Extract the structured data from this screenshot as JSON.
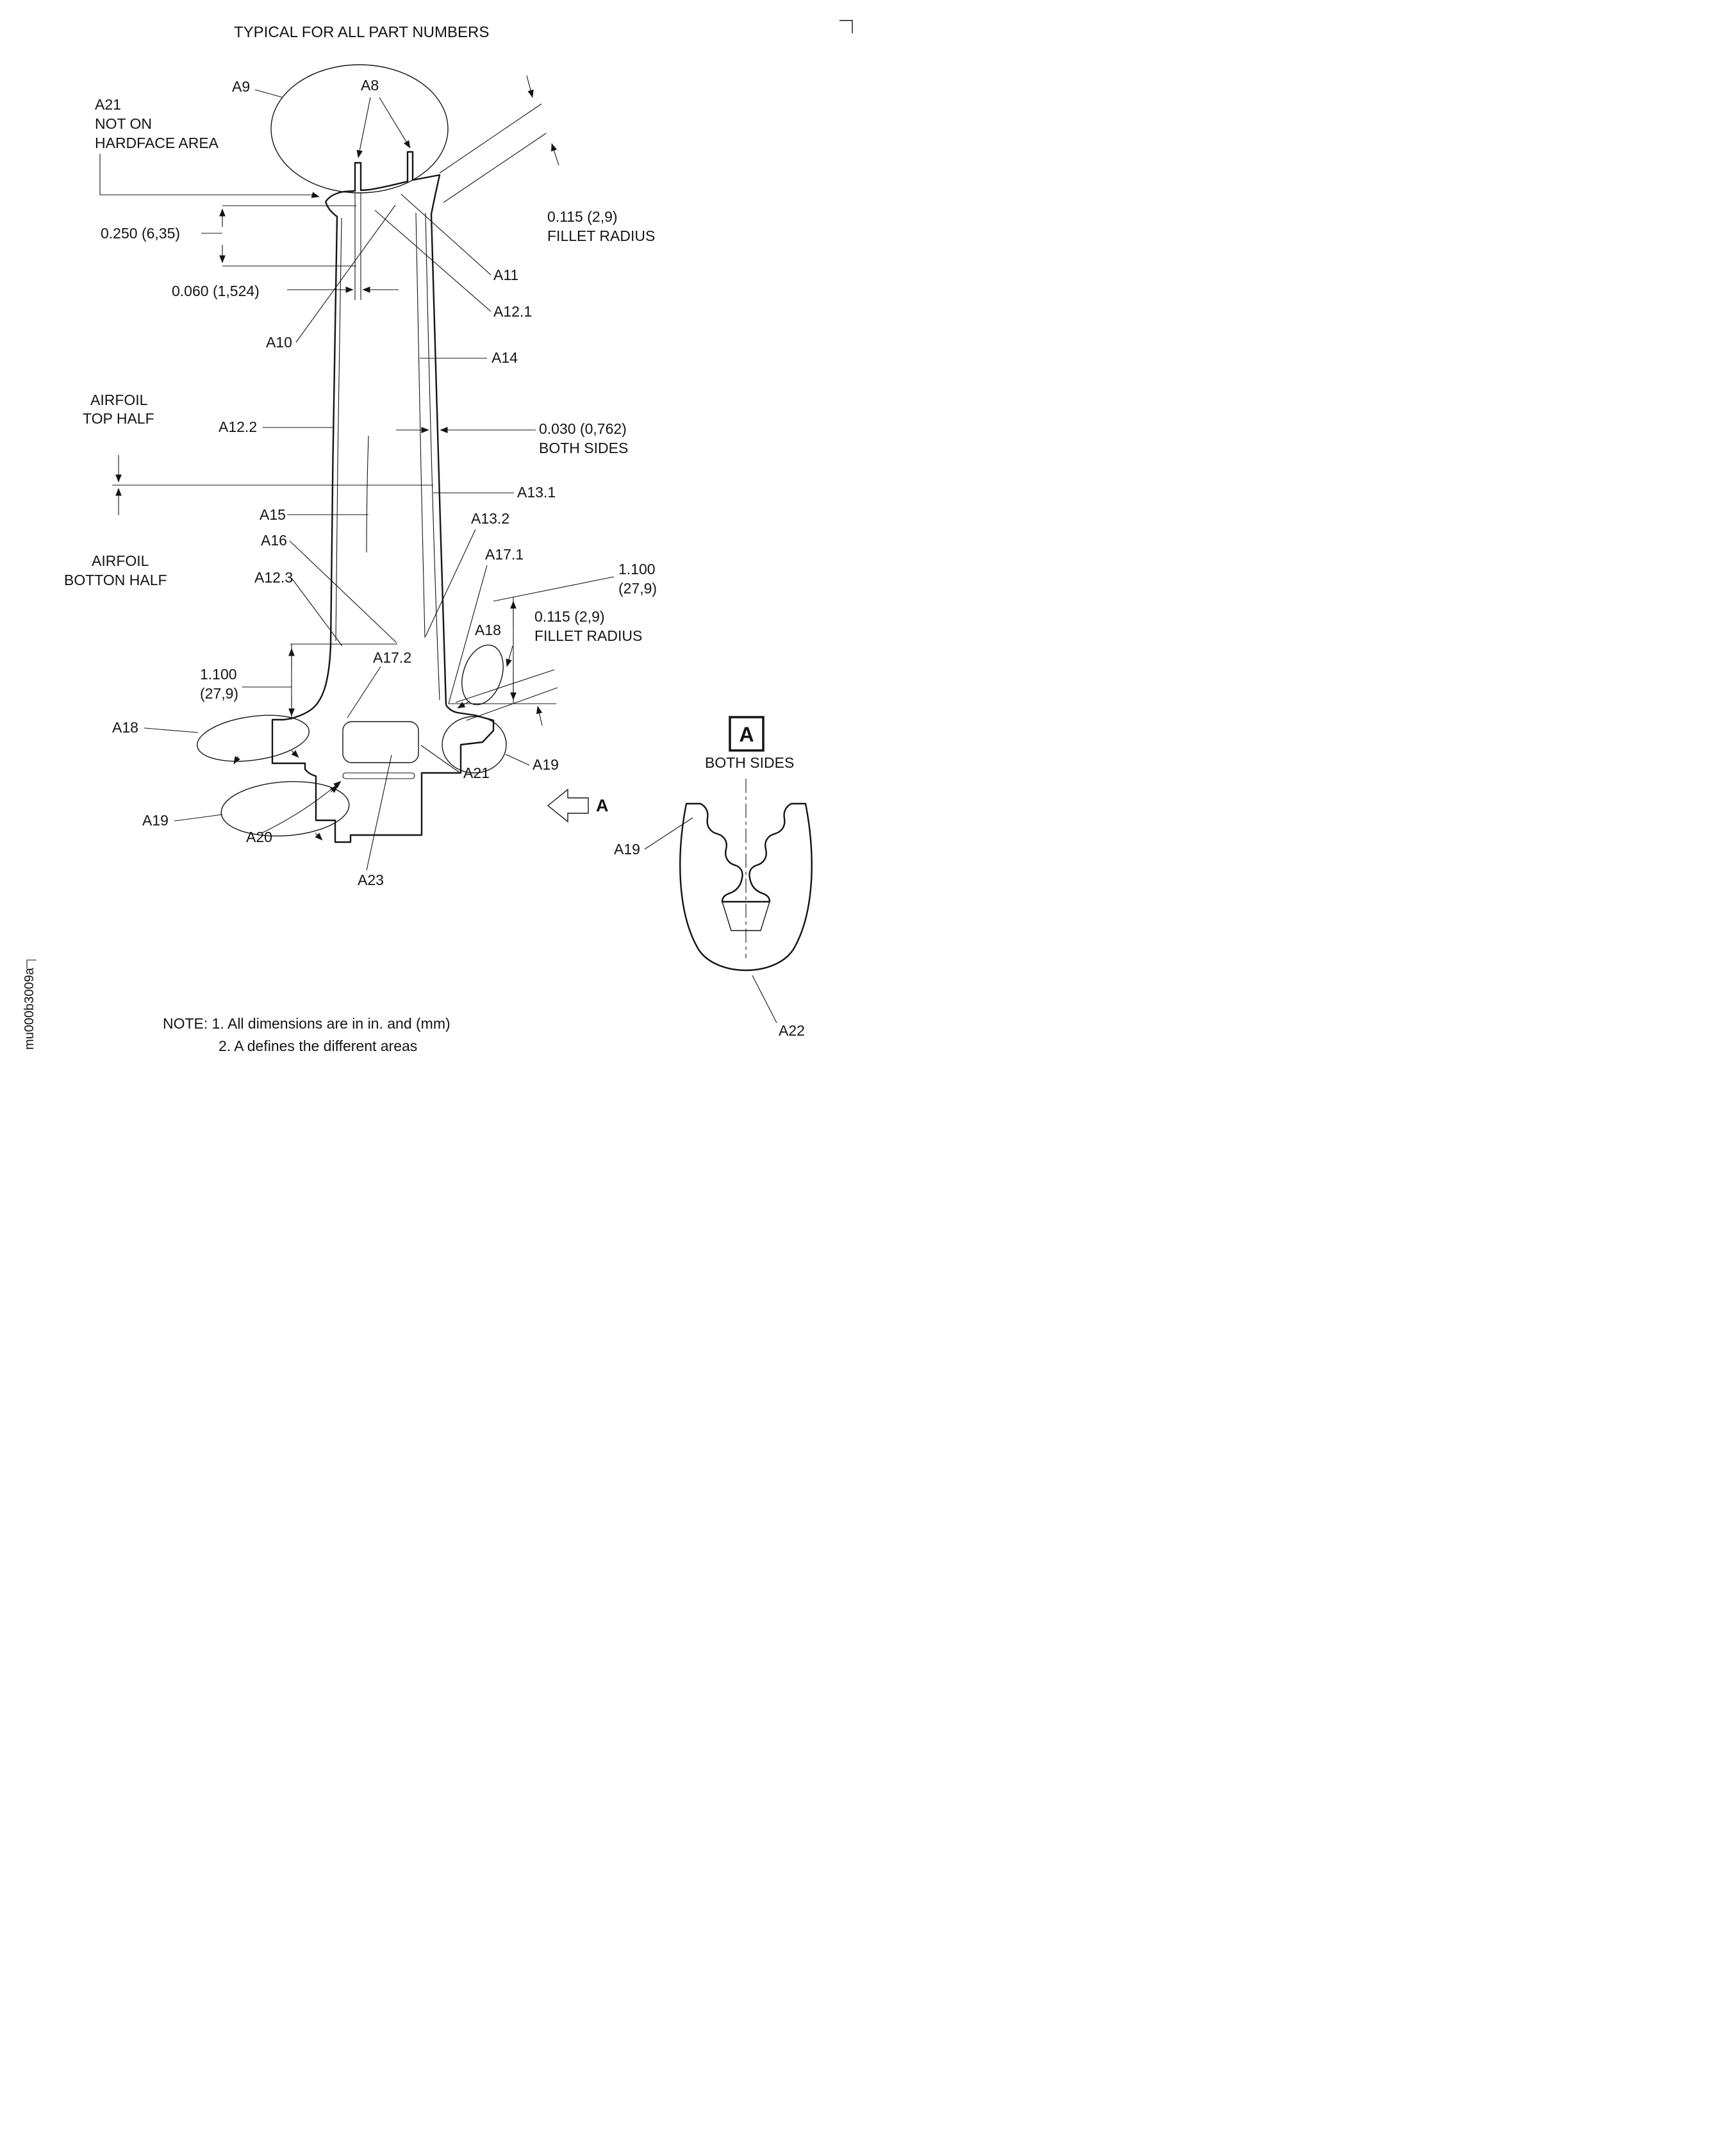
{
  "title": "TYPICAL FOR ALL PART NUMBERS",
  "doc_code": "mu000b3009a",
  "callouts": {
    "a8": "A8",
    "a9": "A9",
    "a10": "A10",
    "a11": "A11",
    "a12_1": "A12.1",
    "a12_2": "A12.2",
    "a12_3": "A12.3",
    "a13_1": "A13.1",
    "a13_2": "A13.2",
    "a14": "A14",
    "a15": "A15",
    "a16": "A16",
    "a17_1": "A17.1",
    "a17_2": "A17.2",
    "a18_left": "A18",
    "a18_right": "A18",
    "a19_left": "A19",
    "a19_right": "A19",
    "a19_detail": "A19",
    "a20": "A20",
    "a21_top": "A21",
    "a21_top_note_line1": "NOT ON",
    "a21_top_note_line2": "HARDFACE AREA",
    "a21_bottom": "A21",
    "a22": "A22",
    "a23": "A23"
  },
  "dimensions": {
    "seal_fin_height": "0.250 (6,35)",
    "seal_fin_thickness": "0.060 (1,524)",
    "fillet_top_value": "0.115 (2,9)",
    "fillet_top_label": "FILLET RADIUS",
    "wall_value": "0.030 (0,762)",
    "wall_label": "BOTH SIDES",
    "root_right_in": "1.100",
    "root_right_mm": "(27,9)",
    "fillet_bottom_value": "0.115 (2,9)",
    "fillet_bottom_label": "FILLET RADIUS",
    "root_left_in": "1.100",
    "root_left_mm": "(27,9)"
  },
  "zones": {
    "airfoil_top_line1": "AIRFOIL",
    "airfoil_top_line2": "TOP HALF",
    "airfoil_bottom_line1": "AIRFOIL",
    "airfoil_bottom_line2": "BOTTON HALF"
  },
  "section": {
    "arrow_label": "A",
    "marker_letter": "A",
    "marker_note": "BOTH SIDES"
  },
  "notes": {
    "line1": "NOTE: 1. All dimensions are in in. and (mm)",
    "line2": "2. A defines the different areas"
  }
}
